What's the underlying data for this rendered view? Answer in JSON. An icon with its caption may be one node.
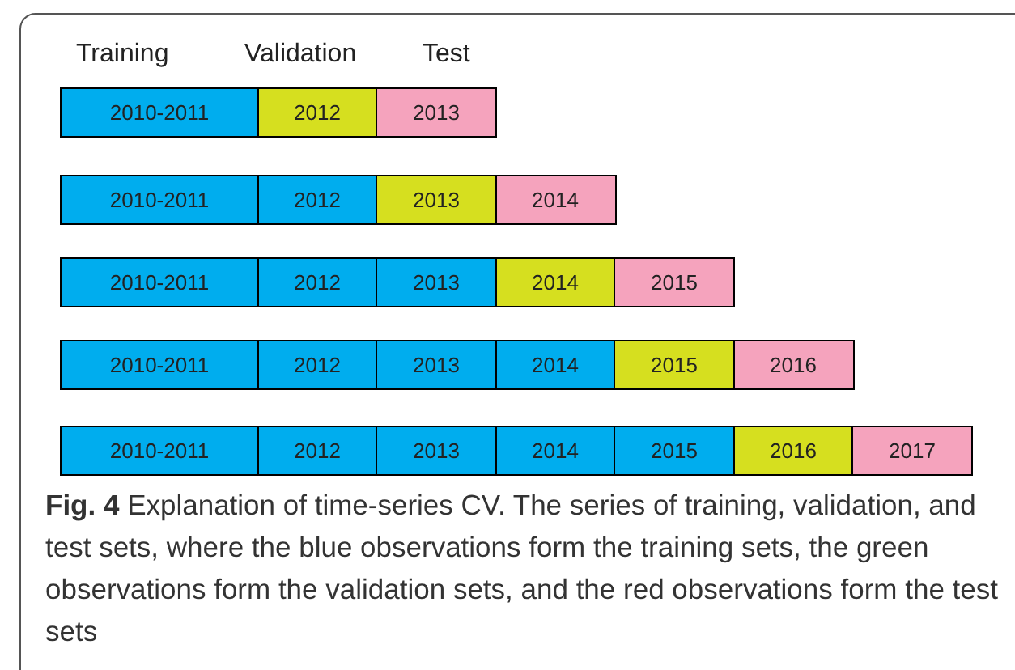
{
  "diagram": {
    "caption": "**Fig. 4** Explanation of time-series CV. The series of training, validation, and test sets, where the blue observations form the training sets, the green observations form the validation sets, and the red observations form the test sets",
    "nodes": [
      {
        "text": [],
        "shape": "bar"
      },
      {
        "text": [
          "2010-2011"
        ],
        "in": 0
      },
      {
        "text": [
          "2012"
        ],
        "in": 0
      },
      {
        "text": [
          "2013"
        ],
        "in": 0
      },
      {
        "text": [],
        "shape": "bar"
      },
      {
        "text": [
          "2010-2011"
        ],
        "in": 4
      },
      {
        "text": [
          "2012"
        ],
        "in": 4
      },
      {
        "text": [
          "2013"
        ],
        "in": 4
      },
      {
        "text": [
          "2014"
        ],
        "in": 4
      },
      {
        "text": [],
        "shape": "bar"
      },
      {
        "text": [
          "2010-2011"
        ],
        "in": 9
      },
      {
        "text": [
          "2012"
        ],
        "in": 9
      },
      {
        "text": [
          "2013"
        ],
        "in": 9
      },
      {
        "text": [
          "2014"
        ],
        "in": 9
      },
      {
        "text": [
          "2015"
        ],
        "in": 9
      },
      {
        "text": [],
        "shape": "bar"
      },
      {
        "text": [
          "2010-2011"
        ],
        "in": 15
      },
      {
        "text": [
          "2012"
        ],
        "in": 15
      },
      {
        "text": [
          "2013"
        ],
        "in": 15
      },
      {
        "text": [
          "2014"
        ],
        "in": 15
      },
      {
        "text": [
          "2015"
        ],
        "in": 15
      },
      {
        "text": [
          "2016"
        ],
        "in": 15
      },
      {
        "text": [],
        "shape": "bar"
      },
      {
        "text": [
          "2010-2011"
        ],
        "in": 22
      },
      {
        "text": [
          "2012"
        ],
        "in": 22
      },
      {
        "text": [
          "2013"
        ],
        "in": 22
      },
      {
        "text": [
          "2014"
        ],
        "in": 22
      },
      {
        "text": [
          "2015"
        ],
        "in": 22
      },
      {
        "text": [
          "2016"
        ],
        "in": 22
      },
      {
        "text": [
          "2017"
        ],
        "in": 22
      }
    ],
    "labels": [
      "Training",
      "Validation",
      "Test"
    ]
  }
}
